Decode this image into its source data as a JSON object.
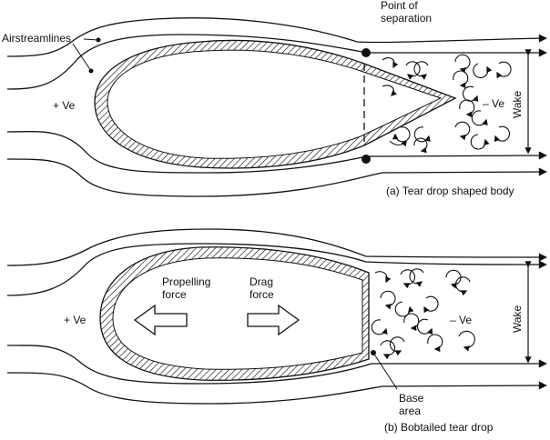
{
  "figure_a": {
    "airstreamlines_label": "Airstreamlines",
    "separation_label_line1": "Point of",
    "separation_label_line2": "separation",
    "positive_label": "+ Ve",
    "negative_label": "– Ve",
    "wake_label": "Wake",
    "caption": "(a) Tear drop shaped body"
  },
  "figure_b": {
    "propelling_line1": "Propelling",
    "propelling_line2": "force",
    "drag_line1": "Drag",
    "drag_line2": "force",
    "positive_label": "+ Ve",
    "negative_label": "– Ve",
    "wake_label": "Wake",
    "base_line1": "Base",
    "base_line2": "area",
    "caption": "(b) Bobtailed tear drop"
  },
  "colors": {
    "ink": "#111111",
    "background": "#ffffff"
  }
}
